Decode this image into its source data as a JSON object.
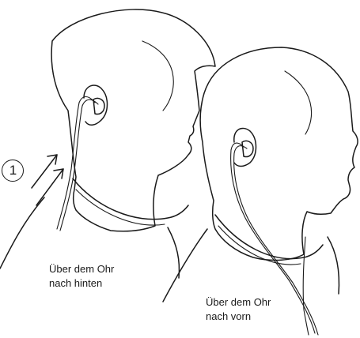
{
  "step_marker": "1",
  "labels": {
    "behind": {
      "line1": "Über dem Ohr",
      "line2": "nach hinten"
    },
    "front": {
      "line1": "Über dem Ohr",
      "line2": "nach vorn"
    }
  }
}
